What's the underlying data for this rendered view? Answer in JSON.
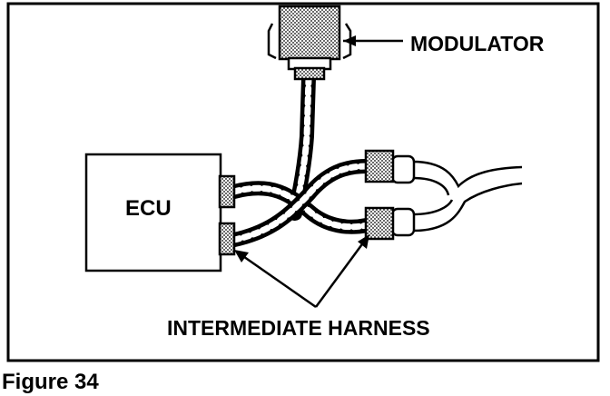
{
  "labels": {
    "modulator": "MODULATOR",
    "ecu": "ECU",
    "intermediate_harness": "INTERMEDIATE HARNESS",
    "caption": "Figure 34"
  }
}
